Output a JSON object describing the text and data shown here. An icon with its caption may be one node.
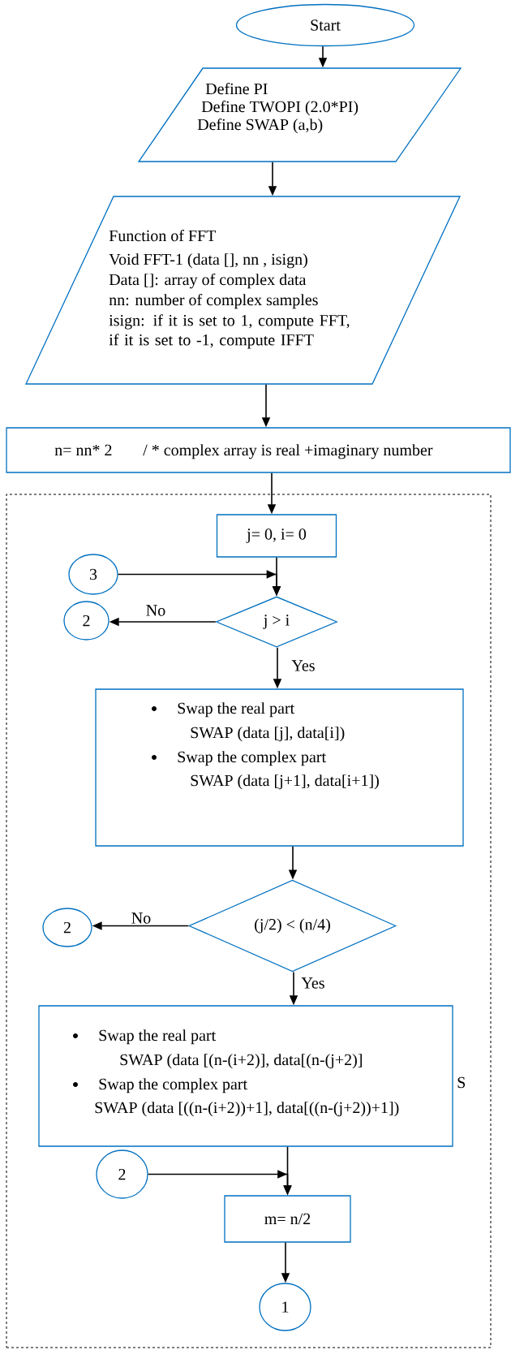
{
  "diagram": {
    "nodes": [
      {
        "text": [
          "Start"
        ]
      },
      {
        "text": [
          "Define PI",
          "Define TWOPI (2.0*PI)",
          "Define SWAP (a,b)"
        ]
      },
      {
        "text": [
          "Function of FFT",
          "Void FFT-1 (data [], nn , isign)",
          "Data []: array of complex data",
          "nn: number of complex samples",
          "isign: if it is set to 1, compute FFT, if it is set to -1, compute IFFT"
        ]
      },
      {
        "text": [
          "n= nn* 2",
          "/ * complex array is real +imaginary number"
        ]
      },
      {
        "text": [],
        "shape": "box"
      },
      {
        "text": [
          "j= 0, i= 0"
        ],
        "in": 4
      },
      {
        "text": [
          "3"
        ],
        "in": 4
      },
      {
        "text": [
          "j > i"
        ],
        "in": 4
      },
      {
        "text": [
          "2"
        ],
        "in": 4
      },
      {
        "text": [
          "Swap the real part",
          "SWAP (data [j], data[i])",
          "Swap the complex part",
          "SWAP (data [j+1], data[i+1])"
        ],
        "in": 4
      },
      {
        "text": [
          "(j/2) < (n/4)"
        ],
        "in": 4
      },
      {
        "text": [
          "2"
        ],
        "in": 4
      },
      {
        "text": [
          "Swap the real part",
          "SWAP (data [(n-(i+2)], data[(n-(j+2)]",
          "Swap the complex part",
          "SWAP (data [((n-(i+2))+1], data[((n-(j+2))+1])"
        ],
        "in": 4
      },
      {
        "text": [
          "2"
        ],
        "in": 4
      },
      {
        "text": [
          "m= n/2"
        ],
        "in": 4
      },
      {
        "text": [
          "1"
        ],
        "in": 4
      }
    ],
    "edges": [
      {
        "from": 0,
        "to": 1,
        "arrow": "to"
      },
      {
        "from": 1,
        "to": 2,
        "arrow": "to"
      },
      {
        "from": 2,
        "to": 3,
        "arrow": "to"
      },
      {
        "from": 3,
        "to": 5,
        "arrow": "to"
      },
      {
        "from": 5,
        "to": 7,
        "arrow": "to"
      },
      {
        "from": 6,
        "to": 7,
        "arrow": "to"
      },
      {
        "from": 7,
        "to": 8,
        "arrow": "to",
        "label": "No"
      },
      {
        "from": 7,
        "to": 9,
        "arrow": "to",
        "label": "Yes"
      },
      {
        "from": 9,
        "to": 10,
        "arrow": "to"
      },
      {
        "from": 10,
        "to": 11,
        "arrow": "to",
        "label": "No"
      },
      {
        "from": 10,
        "to": 12,
        "arrow": "to",
        "label": "Yes"
      },
      {
        "from": 12,
        "to": 14,
        "arrow": "to"
      },
      {
        "from": 13,
        "to": 14,
        "arrow": "to"
      },
      {
        "from": 14,
        "to": 15,
        "arrow": "to"
      }
    ],
    "labels": [
      "S"
    ]
  }
}
